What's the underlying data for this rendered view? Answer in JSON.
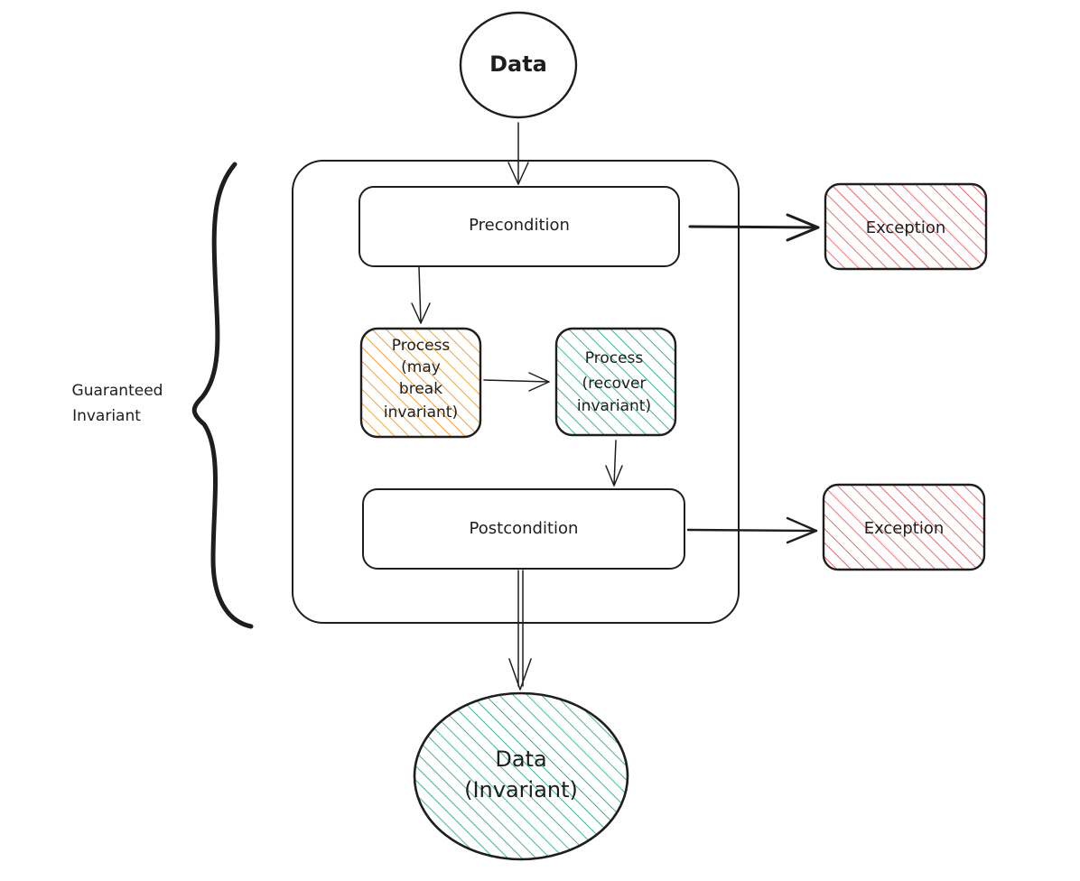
{
  "nodes": {
    "data_in": {
      "label": "Data"
    },
    "precondition": {
      "label": "Precondition"
    },
    "process_break": {
      "lines": [
        "Process",
        "(may",
        "break",
        "invariant)"
      ]
    },
    "process_recover": {
      "lines": [
        "Process",
        "(recover",
        "invariant)"
      ]
    },
    "postcondition": {
      "label": "Postcondition"
    },
    "exception_pre": {
      "label": "Exception"
    },
    "exception_post": {
      "label": "Exception"
    },
    "data_out": {
      "lines": [
        "Data",
        "(Invariant)"
      ]
    }
  },
  "brace": {
    "lines": [
      "Guaranteed",
      "Invariant"
    ]
  },
  "colors": {
    "stroke": "#1e1e1e",
    "exception_hatch": "#e03131",
    "process_break_hatch": "#f08c00",
    "process_recover_hatch": "#0ca678",
    "data_out_hatch": "#0ca678"
  }
}
